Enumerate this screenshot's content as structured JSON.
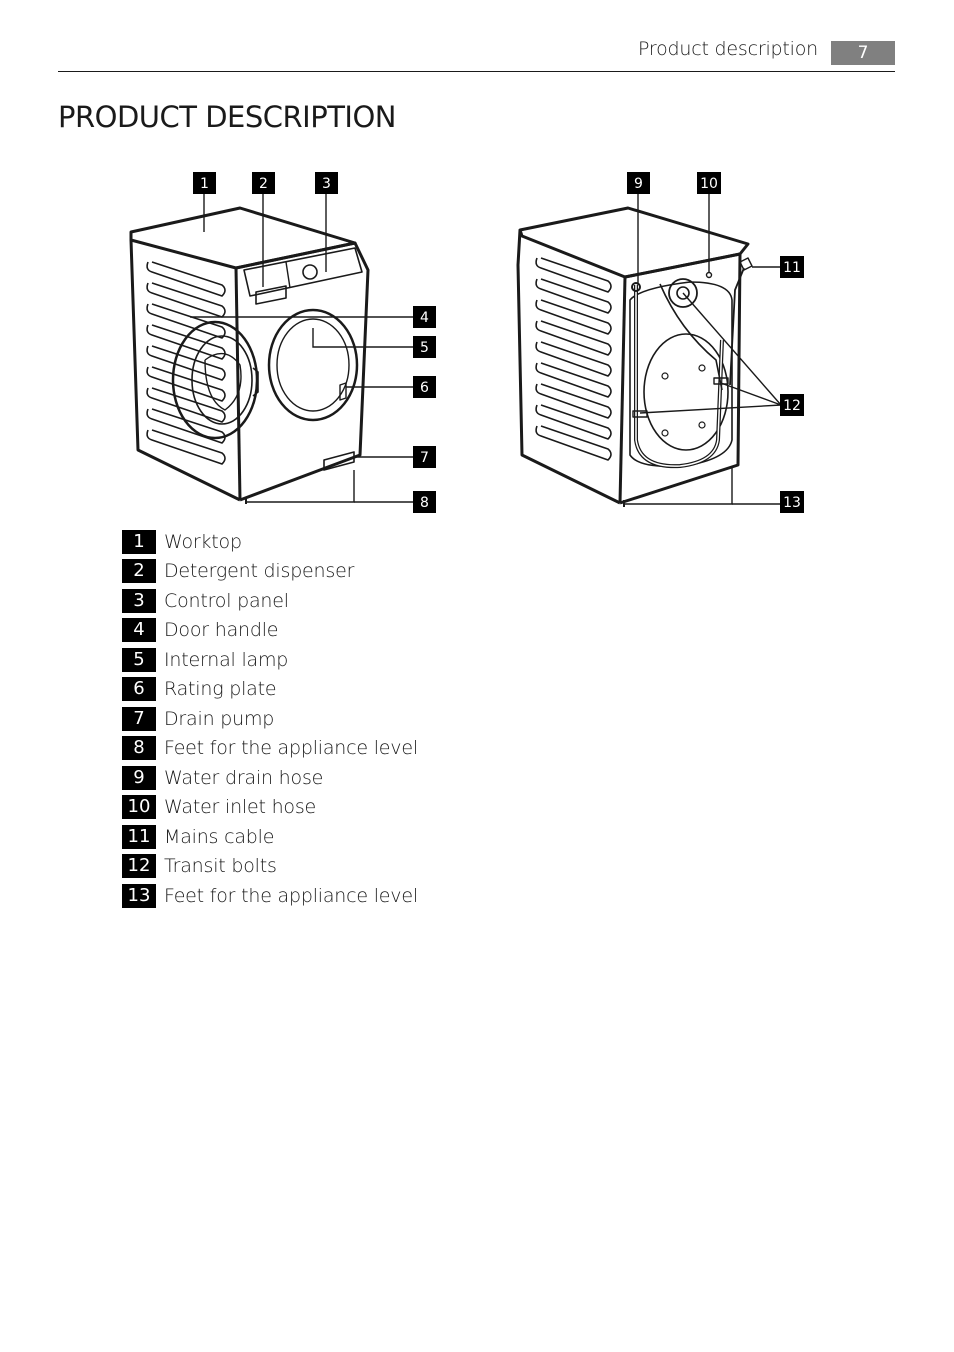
{
  "header": {
    "section_title": "Product description",
    "page_number": "7"
  },
  "title": "PRODUCT DESCRIPTION",
  "figure_callouts": {
    "front": [
      "1",
      "2",
      "3",
      "4",
      "5",
      "6",
      "7",
      "8"
    ],
    "back": [
      "9",
      "10",
      "11",
      "12",
      "13"
    ]
  },
  "legend": [
    {
      "num": "1",
      "text": "Worktop"
    },
    {
      "num": "2",
      "text": "Detergent dispenser"
    },
    {
      "num": "3",
      "text": "Control panel"
    },
    {
      "num": "4",
      "text": "Door handle"
    },
    {
      "num": "5",
      "text": "Internal lamp"
    },
    {
      "num": "6",
      "text": "Rating plate"
    },
    {
      "num": "7",
      "text": "Drain pump"
    },
    {
      "num": "8",
      "text": "Feet for the appliance level"
    },
    {
      "num": "9",
      "text": "Water drain hose"
    },
    {
      "num": "10",
      "text": "Water inlet hose"
    },
    {
      "num": "11",
      "text": "Mains cable"
    },
    {
      "num": "12",
      "text": "Transit bolts"
    },
    {
      "num": "13",
      "text": "Feet for the appliance level"
    }
  ],
  "colors": {
    "header_badge": "#808080",
    "callout_box": "#000000",
    "line_art": "#1a1a1a"
  }
}
